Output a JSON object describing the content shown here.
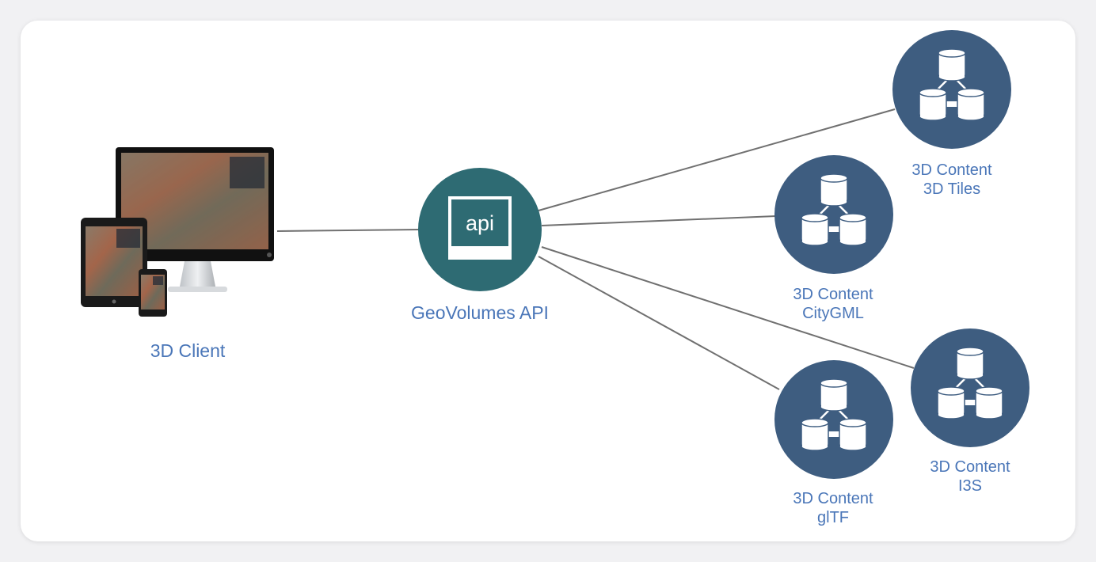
{
  "client": {
    "label": "3D Client"
  },
  "api": {
    "label": "GeoVolumes API",
    "icon_text": "api",
    "color": "#2e6b73"
  },
  "content_color": "#3e5d80",
  "label_color": "#4a76b8",
  "line_color": "#707070",
  "contents": [
    {
      "line1": "3D Content",
      "line2": "3D Tiles"
    },
    {
      "line1": "3D Content",
      "line2": "CityGML"
    },
    {
      "line1": "3D Content",
      "line2": "I3S"
    },
    {
      "line1": "3D Content",
      "line2": "glTF"
    }
  ]
}
